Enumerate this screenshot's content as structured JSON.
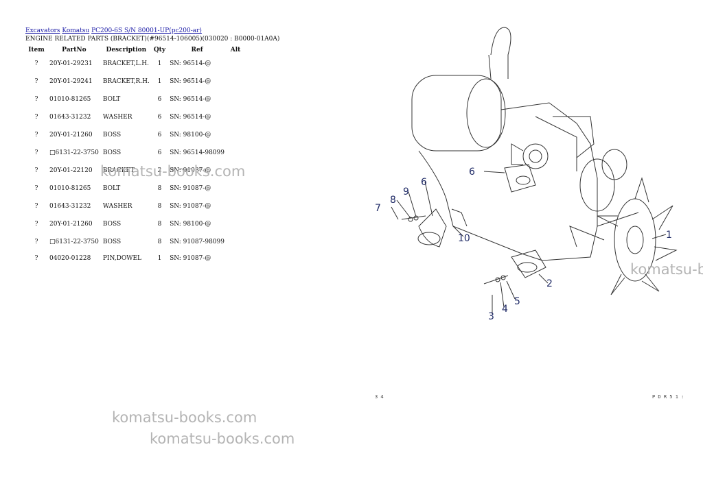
{
  "breadcrumb": {
    "excavators": "Excavators",
    "komatsu": "Komatsu",
    "model": "PC200-6S S/N 80001-UP(pc200-ar)"
  },
  "subtitle": "ENGINE RELATED PARTS (BRACKET)(#96514-106005)(030020 : B0000-01A0A)",
  "table": {
    "headers": {
      "item": "Item",
      "partno": "PartNo",
      "description": "Description",
      "qty": "Qty",
      "ref": "Ref",
      "alt": "Alt"
    },
    "rows": [
      {
        "item": "?",
        "partno": "20Y-01-29231",
        "description": "BRACKET,L.H.",
        "qty": "1",
        "ref": "SN: 96514-@"
      },
      {
        "item": "?",
        "partno": "20Y-01-29241",
        "description": "BRACKET,R.H.",
        "qty": "1",
        "ref": "SN: 96514-@"
      },
      {
        "item": "?",
        "partno": "01010-81265",
        "description": "BOLT",
        "qty": "6",
        "ref": "SN: 96514-@"
      },
      {
        "item": "?",
        "partno": "01643-31232",
        "description": "WASHER",
        "qty": "6",
        "ref": "SN: 96514-@"
      },
      {
        "item": "?",
        "partno": "20Y-01-21260",
        "description": "BOSS",
        "qty": "6",
        "ref": "SN: 98100-@"
      },
      {
        "item": "?",
        "partno": "□6131-22-3750",
        "description": "BOSS",
        "qty": "6",
        "ref": "SN: 96514-98099"
      },
      {
        "item": "?",
        "partno": "20Y-01-22120",
        "description": "BRACKET",
        "qty": "2",
        "ref": "SN: 91087-@"
      },
      {
        "item": "?",
        "partno": "01010-81265",
        "description": "BOLT",
        "qty": "8",
        "ref": "SN: 91087-@"
      },
      {
        "item": "?",
        "partno": "01643-31232",
        "description": "WASHER",
        "qty": "8",
        "ref": "SN: 91087-@"
      },
      {
        "item": "?",
        "partno": "20Y-01-21260",
        "description": "BOSS",
        "qty": "8",
        "ref": "SN: 98100-@"
      },
      {
        "item": "?",
        "partno": "□6131-22-3750",
        "description": "BOSS",
        "qty": "8",
        "ref": "SN: 91087-98099"
      },
      {
        "item": "?",
        "partno": "04020-01228",
        "description": "PIN,DOWEL",
        "qty": "1",
        "ref": "SN: 91087-@"
      }
    ]
  },
  "watermark": "komatsu-books.com",
  "diagram": {
    "callouts": [
      "1",
      "2",
      "3",
      "4",
      "5",
      "6",
      "6",
      "7",
      "8",
      "9",
      "10"
    ],
    "corner_bottom_left": "3 4",
    "corner_bottom_right": "P D R 5 1 :",
    "colors": {
      "callout": "#1f2a66",
      "line": "#333333"
    }
  }
}
